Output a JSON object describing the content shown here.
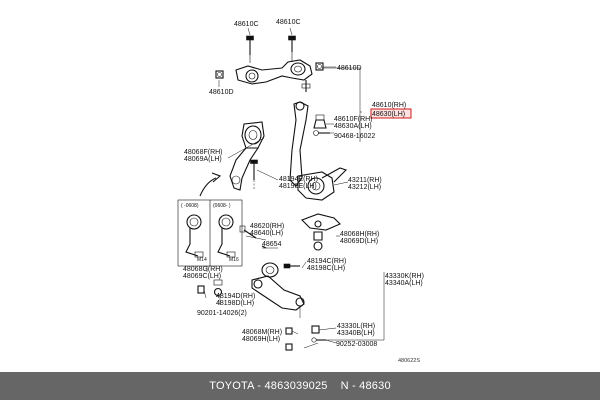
{
  "labels": {
    "l_48610c_a": "48610C",
    "l_48610c_b": "48610C",
    "l_48610d_r": "48610D",
    "l_48610d_l": "48610D",
    "l_48610_rh": "48610(RH)",
    "l_48630_lh": "48630(LH)",
    "l_48610f_rh": "48610F(RH)",
    "l_48630a_lh": "48630A(LH)",
    "l_90468": "90468-16022",
    "l_48068f_rh": "48068F(RH)",
    "l_48069a_lh": "48069A(LH)",
    "l_48194e_rh": "48194E(RH)",
    "l_48198e_lh": "48198E(LH)",
    "l_43211_rh": "43211(RH)",
    "l_43212_lh": "43212(LH)",
    "l_48620_rh": "48620(RH)",
    "l_48640_lh": "48640(LH)",
    "l_48068h_rh": "48068H(RH)",
    "l_48069d_lh": "48069D(LH)",
    "l_48654": "48654",
    "l_48194c_rh": "48194C(RH)",
    "l_48198c_lh": "48198C(LH)",
    "l_43330k_rh": "43330K(RH)",
    "l_43340a_lh": "43340A(LH)",
    "l_48068g_rh": "48068G(RH)",
    "l_48069c_lh": "48069C(LH)",
    "l_48194d_rh": "48194D(RH)",
    "l_48198d_lh": "48198D(LH)",
    "l_90201": "90201-14026(2)",
    "l_48068m_rh": "48068M(RH)",
    "l_48069h_lh": "48069H(LH)",
    "l_43330l_rh": "43330L(RH)",
    "l_43340b_lh": "43340B(LH)",
    "l_90252": "90252-03008",
    "inset_left_hdr": "(   -0608)",
    "inset_right_hdr": "(0608-   )",
    "inset_m14": "M14",
    "inset_m16": "M16",
    "ref_code": "480622S"
  },
  "colors": {
    "highlight_stroke": "#d11a1a",
    "highlight_fill": "#ffe0e0",
    "footer_bg": "#666666",
    "footer_text": "#ffffff"
  },
  "footer": {
    "brand": "TOYOTA",
    "separator1": " - ",
    "part_number": "4863039025",
    "separator2": "    N - ",
    "short_number": "48630"
  }
}
